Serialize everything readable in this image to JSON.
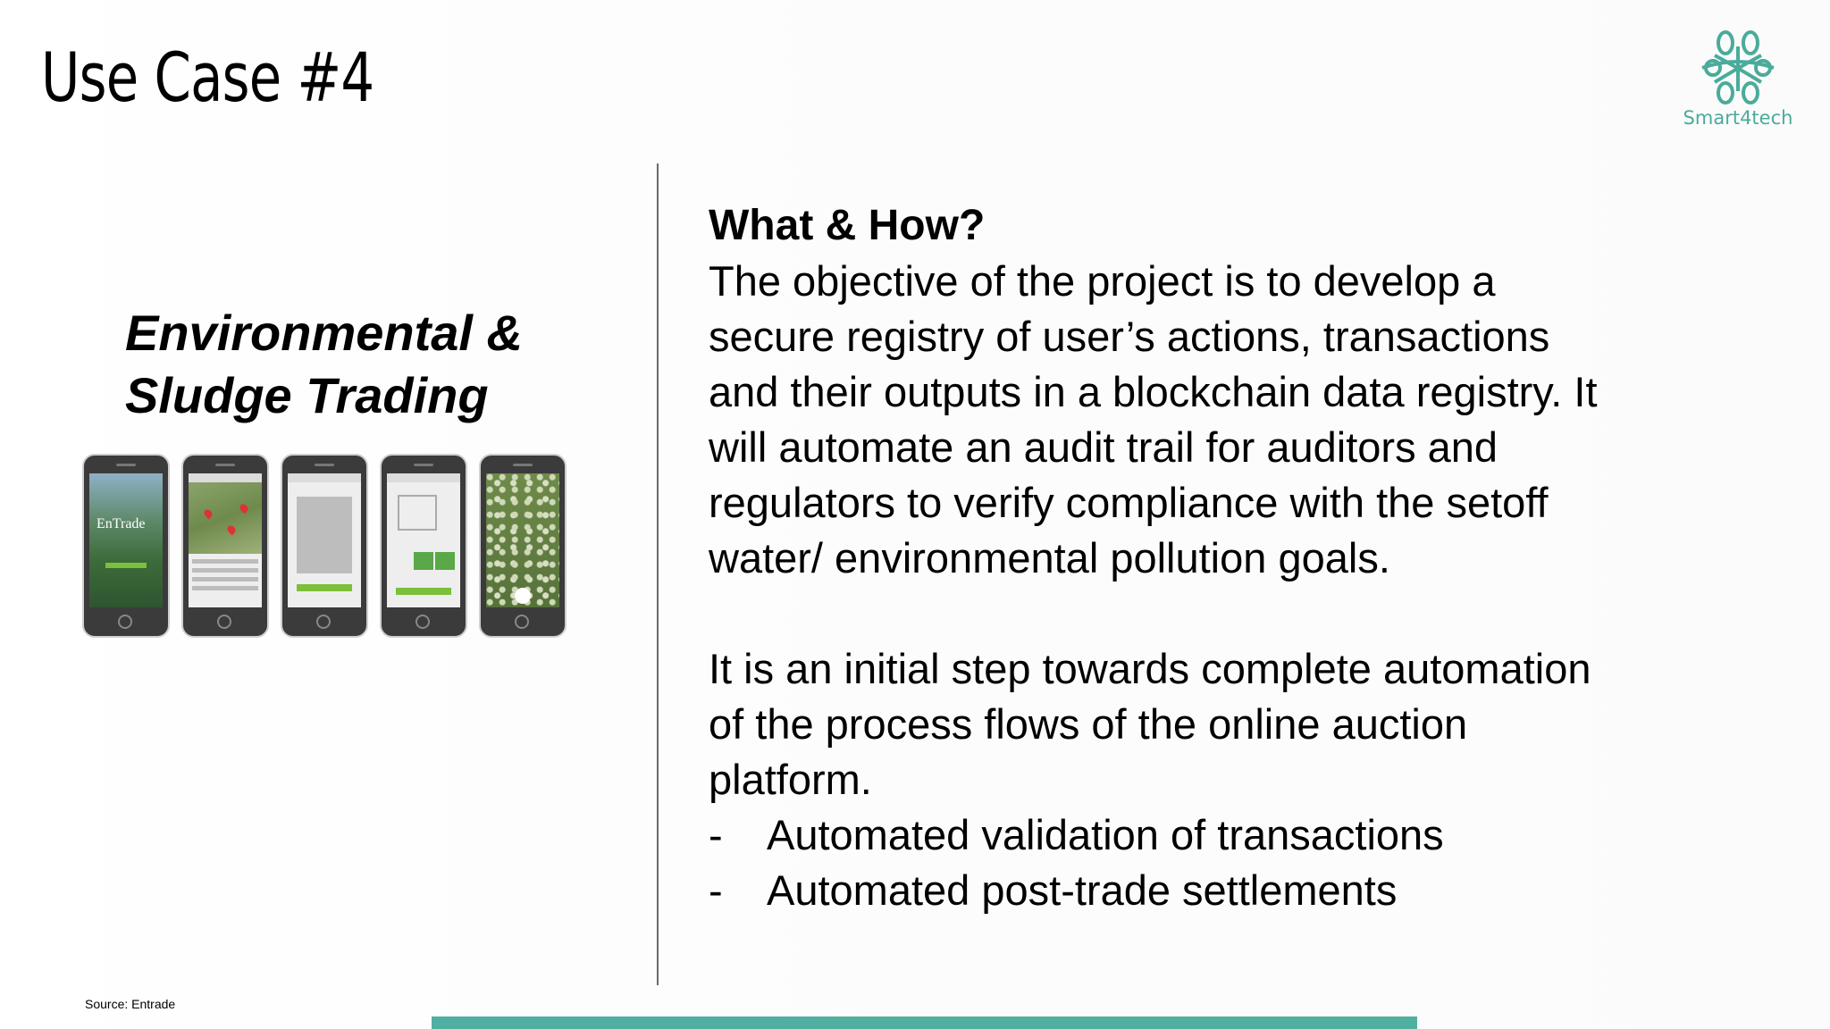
{
  "slide": {
    "title": "Use Case #4",
    "logo": {
      "text": "Smart4tech",
      "icon": "clover-knot-logo-icon",
      "color": "#4aab9b"
    },
    "left": {
      "subject_line1": "Environmental &",
      "subject_line2": "Sludge Trading",
      "phones_icon": "app-screenshots-image",
      "phone1_brand": "EnTrade",
      "source": "Source: Entrade"
    },
    "right": {
      "heading": "What & How?",
      "para1": "The objective of the project is to develop a\nsecure registry of user’s actions, transactions\nand their outputs in a blockchain data registry. It\nwill automate an audit trail for auditors and\nregulators to verify compliance with the setoff\nwater/ environmental pollution goals.",
      "para2": "It is an initial step towards complete automation\nof the process flows of the online auction\nplatform.",
      "bullets": [
        {
          "dash": "-",
          "text": "Automated validation of transactions"
        },
        {
          "dash": "-",
          "text": "Automated post-trade settlements"
        }
      ]
    },
    "accent_color": "#4fb0a2"
  }
}
